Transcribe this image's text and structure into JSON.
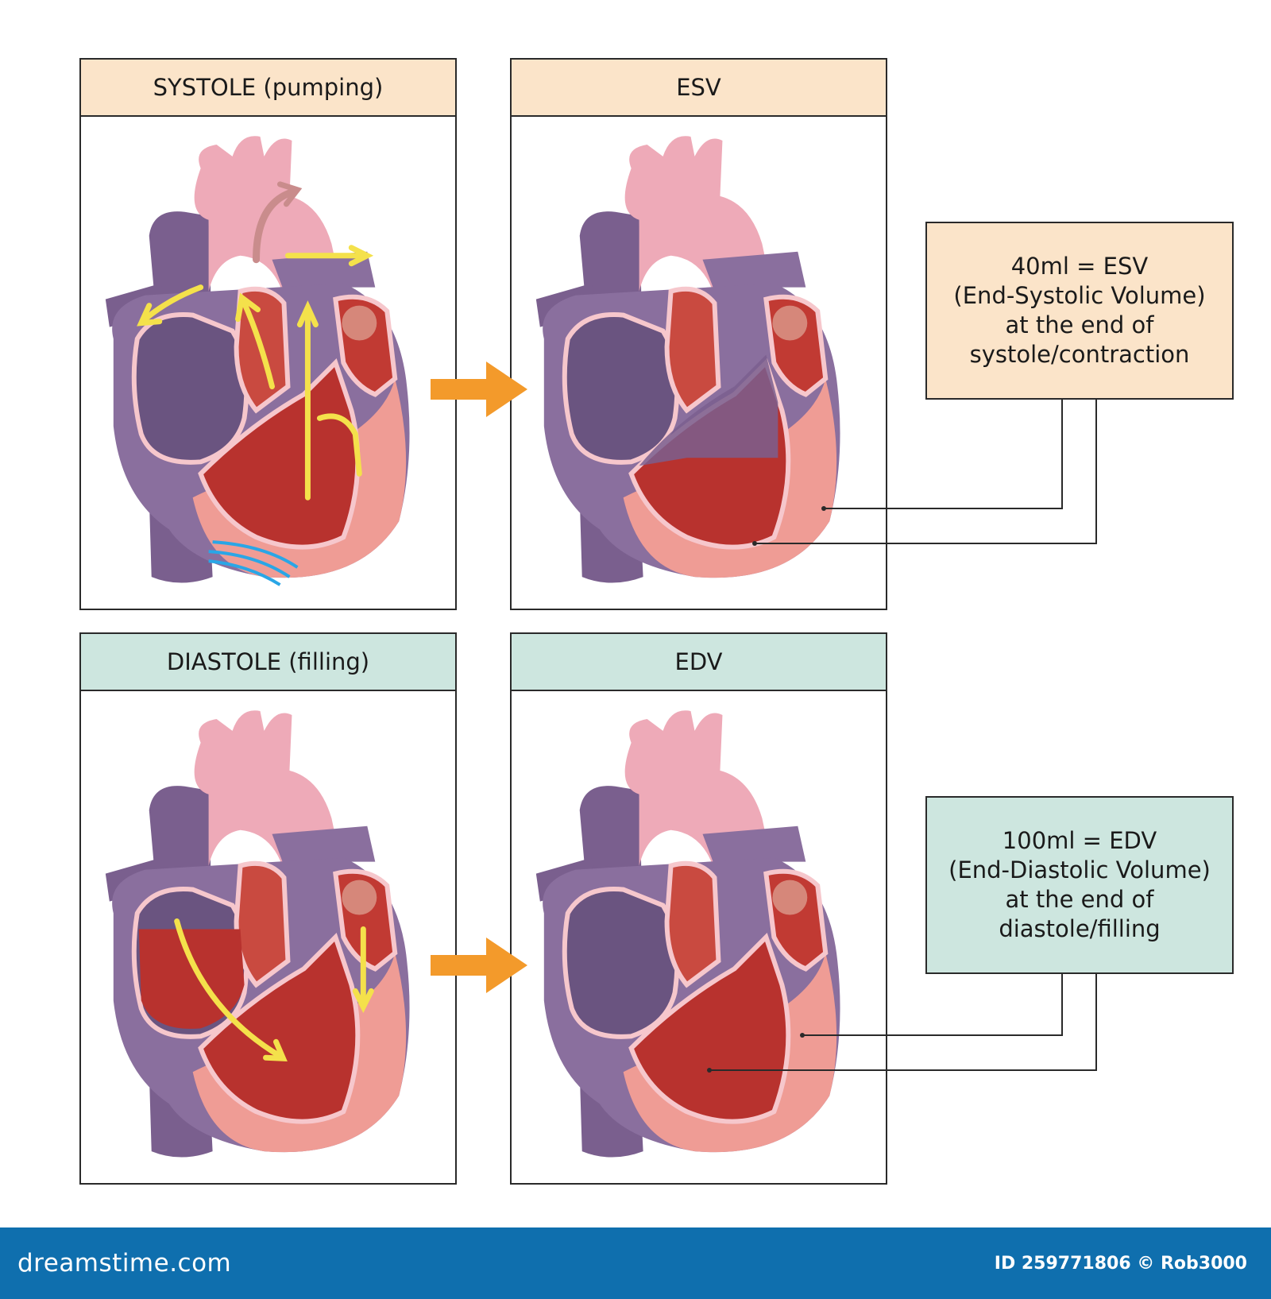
{
  "colors": {
    "systole_header": "#fbe4c9",
    "diastole_header": "#cde6df",
    "transition_arrow": "#f39a2b",
    "footer_bar": "#0f6fae",
    "flow_arrow": "#f4e14b"
  },
  "panels": {
    "systole": {
      "title": "SYSTOLE (pumping)"
    },
    "esv": {
      "title": "ESV"
    },
    "diastole": {
      "title": "DIASTOLE (filling)"
    },
    "edv": {
      "title": "EDV"
    }
  },
  "notes": {
    "esv": {
      "lines": [
        "40ml = ESV",
        "(End-Systolic Volume)",
        "at the end of",
        "systole/contraction"
      ]
    },
    "edv": {
      "lines": [
        "100ml = EDV",
        "(End-Diastolic Volume)",
        "at the end of",
        "diastole/filling"
      ]
    }
  },
  "footer": {
    "brand": "dreamstime.com",
    "credit": "ID 259771806 © Rob3000"
  }
}
